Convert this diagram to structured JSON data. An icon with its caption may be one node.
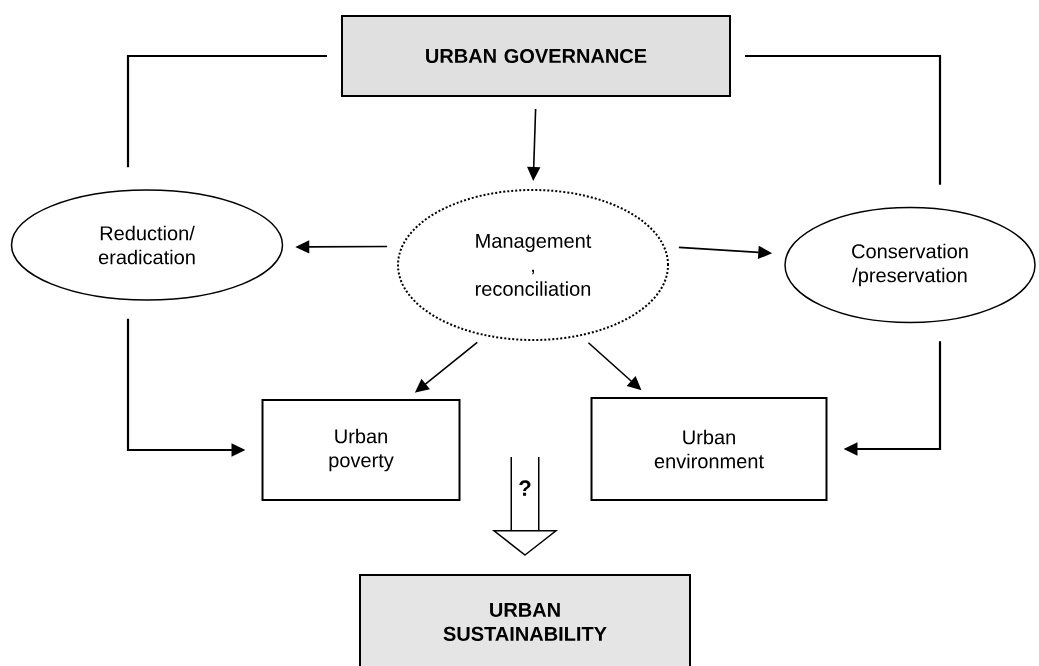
{
  "diagram": {
    "nodes": [
      {
        "text": [
          "URBAN GOVERNANCE"
        ]
      },
      {
        "text": [
          "Reduction/ eradication"
        ]
      },
      {
        "text": [
          "Management , reconciliation"
        ]
      },
      {
        "text": [
          "Conservation /preservation"
        ]
      },
      {
        "text": [
          "Urban poverty"
        ]
      },
      {
        "text": [
          "Urban environment"
        ]
      },
      {
        "text": [
          "URBAN SUSTAINABILITY"
        ]
      }
    ],
    "edges": [
      {
        "from": 0,
        "to": 1,
        "arrow": "none"
      },
      {
        "from": 0,
        "to": 3,
        "arrow": "none"
      },
      {
        "from": 0,
        "to": 2,
        "arrow": "to"
      },
      {
        "from": 2,
        "to": 1,
        "arrow": "to"
      },
      {
        "from": 2,
        "to": 3,
        "arrow": "to"
      },
      {
        "from": 2,
        "to": 4,
        "arrow": "to"
      },
      {
        "from": 2,
        "to": 5,
        "arrow": "to"
      },
      {
        "from": 1,
        "to": 4,
        "arrow": "to"
      },
      {
        "from": 3,
        "to": 5,
        "arrow": "to"
      },
      {
        "from": null,
        "to": 6,
        "label": "?",
        "arrow": "to",
        "style": "thick"
      }
    ]
  }
}
